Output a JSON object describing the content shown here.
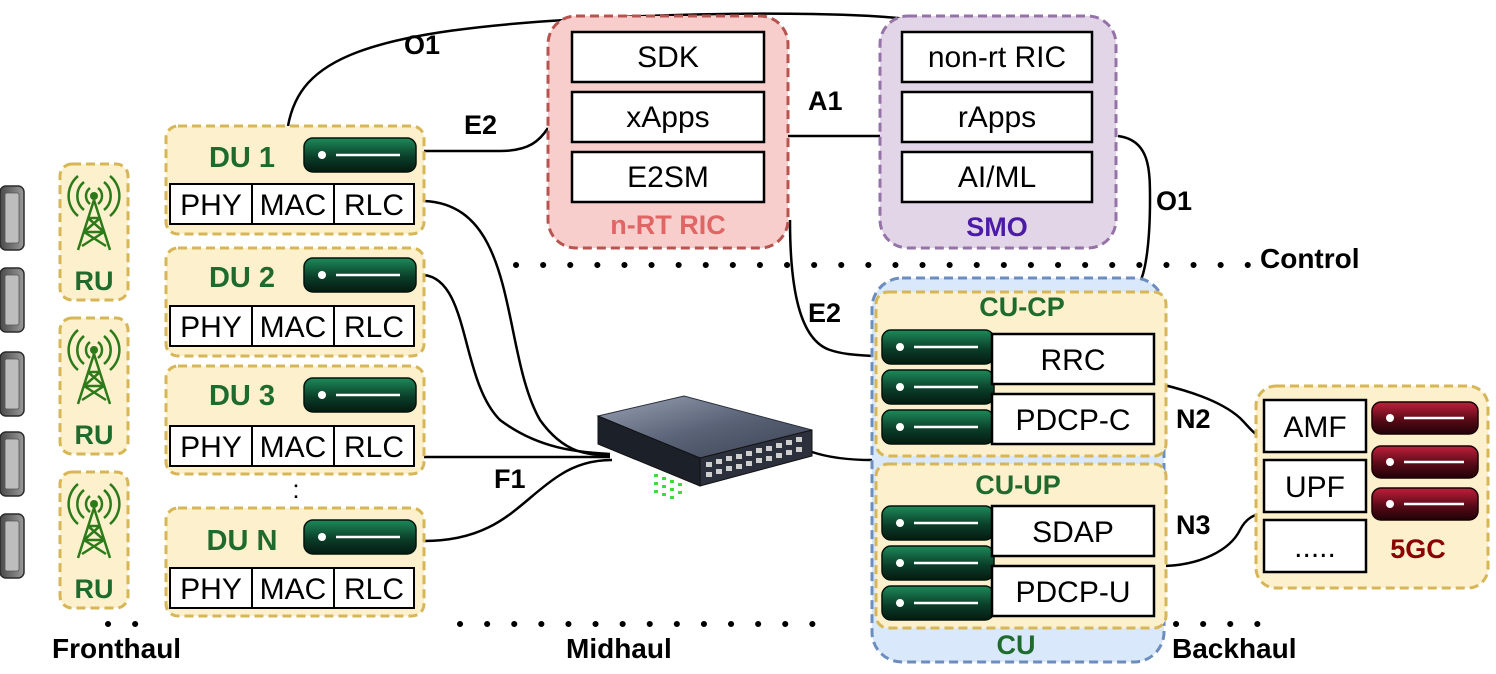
{
  "interfaces": {
    "o1_top": "O1",
    "o1_right": "O1",
    "e2_du": "E2",
    "e2_cu": "E2",
    "a1": "A1",
    "f1": "F1",
    "n2": "N2",
    "n3": "N3"
  },
  "ric": {
    "title": "n-RT RIC",
    "items": [
      "SDK",
      "xApps",
      "E2SM"
    ]
  },
  "smo": {
    "title": "SMO",
    "items": [
      "non-rt RIC",
      "rApps",
      "AI/ML"
    ]
  },
  "dus": [
    {
      "name": "DU 1",
      "layers": [
        "PHY",
        "MAC",
        "RLC"
      ]
    },
    {
      "name": "DU 2",
      "layers": [
        "PHY",
        "MAC",
        "RLC"
      ]
    },
    {
      "name": "DU 3",
      "layers": [
        "PHY",
        "MAC",
        "RLC"
      ]
    },
    {
      "name": "DU N",
      "layers": [
        "PHY",
        "MAC",
        "RLC"
      ]
    }
  ],
  "du_ellipsis": ":",
  "ru_label": "RU",
  "cu": {
    "title": "CU",
    "cp": {
      "title": "CU-CP",
      "items": [
        "RRC",
        "PDCP-C"
      ]
    },
    "up": {
      "title": "CU-UP",
      "items": [
        "SDAP",
        "PDCP-U"
      ]
    }
  },
  "core": {
    "title": "5GC",
    "items": [
      "AMF",
      "UPF",
      "....."
    ]
  },
  "sections": {
    "control": "Control",
    "fronthaul": "Fronthaul",
    "midhaul": "Midhaul",
    "backhaul": "Backhaul"
  },
  "colors": {
    "green_text": "#1f6b2e",
    "ric_title": "#e06666",
    "smo_title": "#4b1ba8",
    "core_title": "#8b0000",
    "du_fill": "#fdf1cd",
    "du_border": "#d6b656",
    "ric_fill": "#f8cecc",
    "ric_border": "#b85450",
    "smo_fill": "#e1d5e7",
    "smo_border": "#9673a6",
    "cu_fill": "#dae8fc",
    "cu_border": "#6c8ebf"
  }
}
